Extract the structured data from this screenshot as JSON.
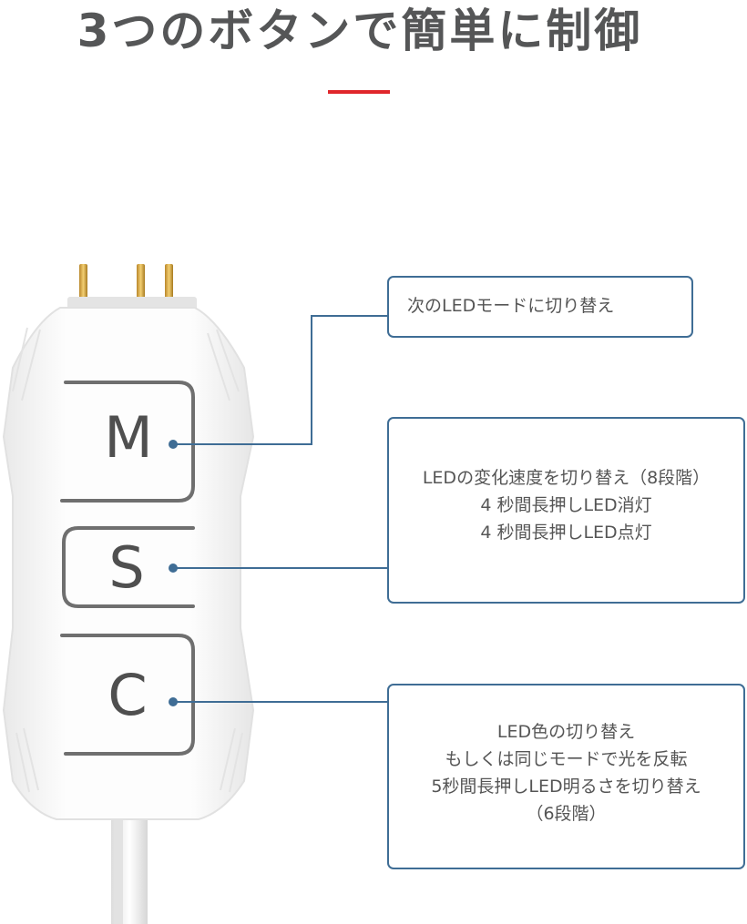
{
  "title": "3つのボタンで簡単に制御",
  "colors": {
    "accent": "#e0262b",
    "callout_border": "#3f6d95",
    "title_text": "#555657"
  },
  "buttons": [
    {
      "letter": "M",
      "description": [
        "次のLEDモードに切り替え"
      ]
    },
    {
      "letter": "S",
      "description": [
        "LEDの変化速度を切り替え（8段階）",
        "4 秒間長押しLED消灯",
        "4 秒間長押しLED点灯"
      ]
    },
    {
      "letter": "C",
      "description": [
        "LED色の切り替え",
        "もしくは同じモードで光を反転",
        "5秒間長押しLED明るさを切り替え",
        "（6段階）"
      ]
    }
  ]
}
